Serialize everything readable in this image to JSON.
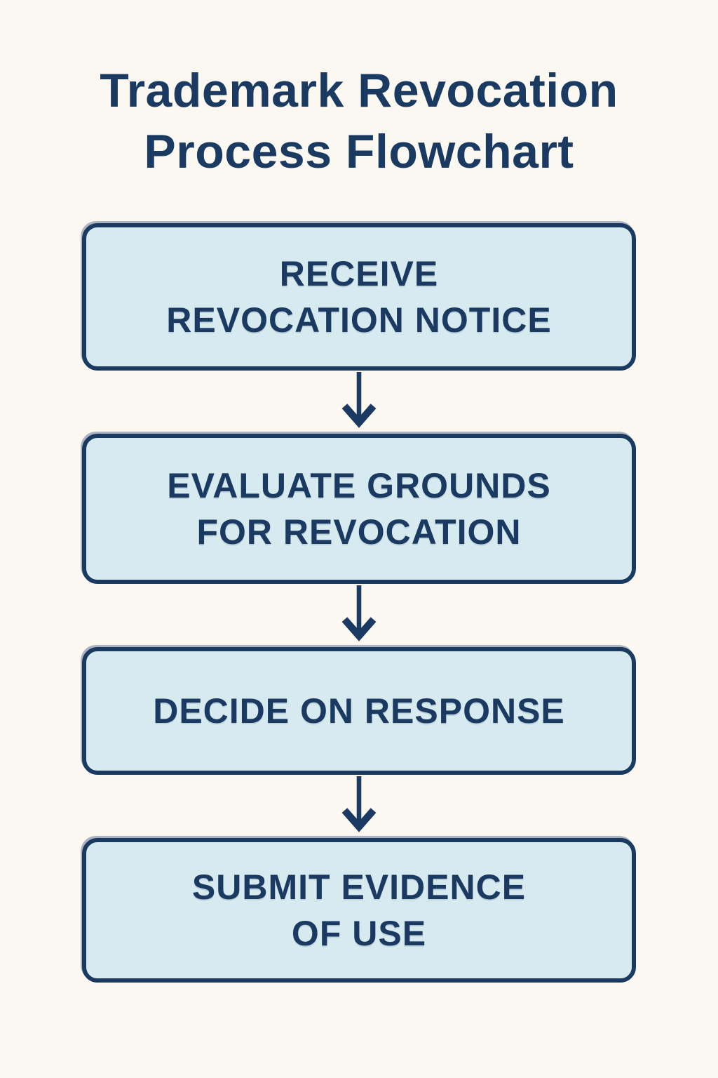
{
  "colors": {
    "page-bg": "#faf8f1",
    "navy": "#1a3a62",
    "box-fill": "#d6eaf0"
  },
  "title": {
    "text": "Trademark Revocation\nProcess Flowchart"
  },
  "flowchart": {
    "icons": {
      "connector": "down-arrow-chevron"
    },
    "steps": [
      {
        "label": "RECEIVE\nREVOCATION NOTICE"
      },
      {
        "label": "EVALUATE GROUNDS\nFOR REVOCATION"
      },
      {
        "label": "DECIDE ON RESPONSE"
      },
      {
        "label": "SUBMIT EVIDENCE\nOF USE"
      }
    ]
  }
}
